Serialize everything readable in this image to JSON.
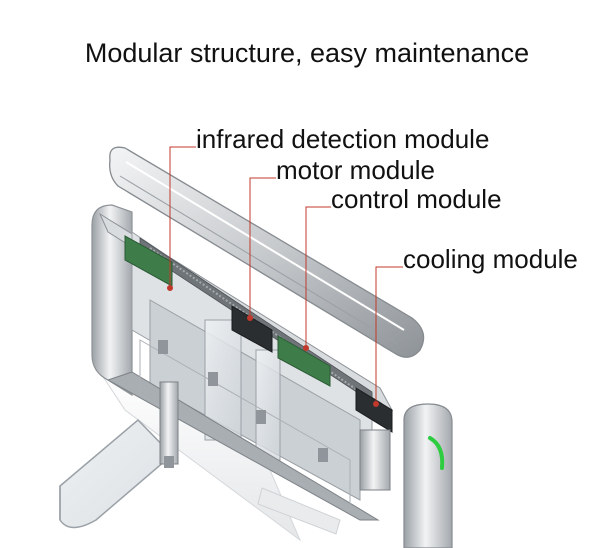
{
  "title": "Modular structure, easy maintenance",
  "callouts": [
    {
      "name": "infrared",
      "label": "infrared detection module"
    },
    {
      "name": "motor",
      "label": "motor module"
    },
    {
      "name": "control",
      "label": "control module"
    },
    {
      "name": "cooling",
      "label": "cooling module"
    }
  ],
  "colors": {
    "leader_line": "#c0392b",
    "status_light": "#2ecc40",
    "metal_light": "#e6e8ea",
    "metal_mid": "#b8bcc0",
    "metal_dark": "#7d8287",
    "pcb": "#3e7d4a"
  }
}
